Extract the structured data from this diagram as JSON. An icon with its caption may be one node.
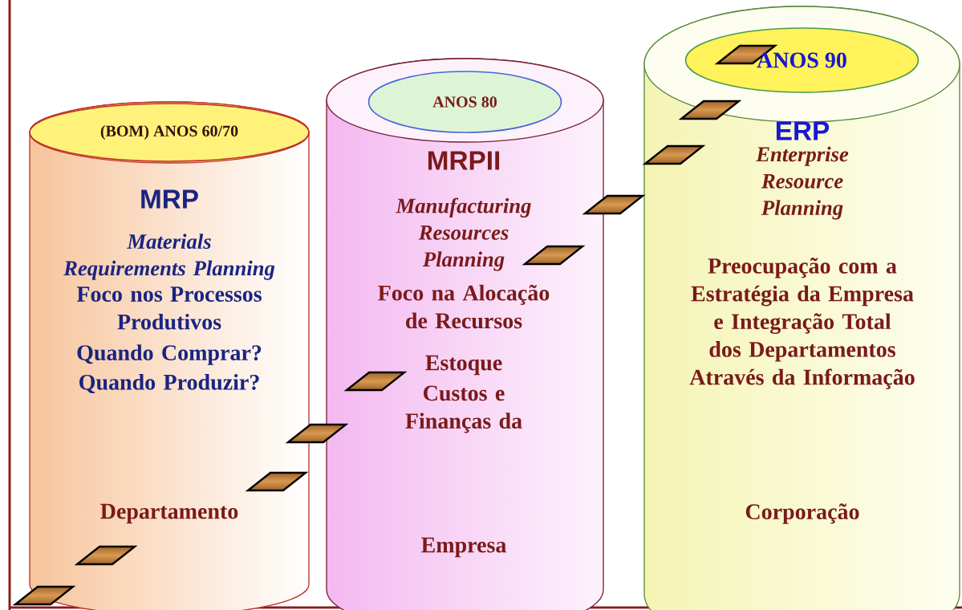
{
  "diagram": {
    "nodes": [
      {
        "text": [
          "MRP",
          "Materials Requirements Planning",
          "Foco nos Processos Produtivos",
          "Quando Comprar?",
          "Quando Produzir?",
          "Departamento"
        ]
      },
      {
        "text": [
          "(BOM) ANOS  60/70"
        ],
        "in": 0
      },
      {
        "text": [
          "MRPII",
          "Manufacturing Resources Planning",
          "Foco na Alocação de Recursos",
          "Estoque",
          "Custos e Finanças da",
          "Empresa"
        ]
      },
      {
        "text": [
          "ANOS 80"
        ],
        "in": 2
      },
      {
        "text": [
          "ERP",
          "Enterprise Resource Planning",
          "Preocupação com a Estratégia da Empresa e Integração Total dos Departamentos Através da Informação",
          "Corporação"
        ]
      },
      {
        "text": [
          "ANOS 90"
        ],
        "in": 4
      }
    ]
  }
}
